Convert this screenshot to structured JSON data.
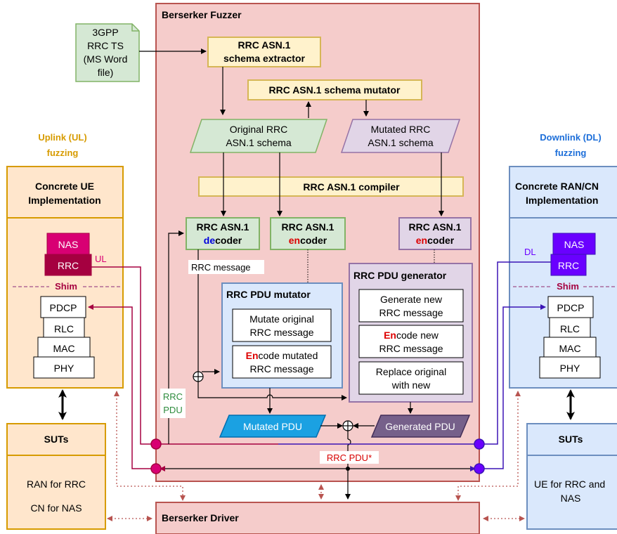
{
  "fuzzer": {
    "title": "Berserker Fuzzer",
    "spec_doc": [
      "3GPP",
      "RRC TS",
      "(MS Word",
      "file)"
    ],
    "schema_extractor": [
      "RRC ASN.1",
      "schema extractor"
    ],
    "schema_mutator": "RRC ASN.1 schema mutator",
    "original_schema": [
      "Original RRC",
      "ASN.1 schema"
    ],
    "mutated_schema": [
      "Mutated RRC",
      "ASN.1 schema"
    ],
    "compiler": "RRC ASN.1 compiler",
    "decoder": {
      "line1": "RRC ASN.1",
      "hl": "de",
      "rest": "coder"
    },
    "encoder": {
      "line1": "RRC ASN.1",
      "hl": "en",
      "rest": "coder"
    },
    "mut_encoder": {
      "line1": "RRC ASN.1",
      "hl": "en",
      "rest": "coder"
    },
    "rrc_message_label": "RRC message",
    "pdu_mutator": {
      "title": "RRC PDU mutator",
      "step1": [
        "Mutate original",
        "RRC message"
      ],
      "step2": {
        "hl": "En",
        "rest1": "code mutated",
        "line2": "RRC message"
      }
    },
    "pdu_generator": {
      "title": "RRC PDU generator",
      "step1": [
        "Generate new",
        "RRC message"
      ],
      "step2": {
        "hl": "En",
        "rest1": "code new",
        "line2": "RRC message"
      },
      "step3": [
        "Replace original",
        "with new"
      ]
    },
    "rrc_pdu_label": [
      "RRC",
      "PDU"
    ],
    "mutated_pdu": "Mutated PDU",
    "generated_pdu": "Generated PDU",
    "rrc_pdu_star": "RRC PDU*"
  },
  "driver": {
    "title": "Berserker Driver"
  },
  "uplink": {
    "heading": [
      "Uplink (UL)",
      "fuzzing"
    ],
    "impl": [
      "Concrete UE",
      "Implementation"
    ],
    "stack": {
      "nas": "NAS",
      "rrc": "RRC",
      "shim": "Shim",
      "pdcp": "PDCP",
      "rlc": "RLC",
      "mac": "MAC",
      "phy": "PHY"
    },
    "ul_label": "UL",
    "suts_title": "SUTs",
    "suts": [
      "RAN for RRC",
      "CN for NAS"
    ]
  },
  "downlink": {
    "heading": [
      "Downlink (DL)",
      "fuzzing"
    ],
    "impl": [
      "Concrete RAN/CN",
      "Implementation"
    ],
    "stack": {
      "nas": "NAS",
      "rrc": "RRC",
      "shim": "Shim",
      "pdcp": "PDCP",
      "rlc": "RLC",
      "mac": "MAC",
      "phy": "PHY"
    },
    "dl_label": "DL",
    "suts_title": "SUTs",
    "suts": [
      "UE for RRC and",
      "NAS"
    ]
  },
  "colors": {
    "fuzzer_bg": "#f5cccb",
    "fuzzer_border": "#b85450",
    "yellow_bg": "#fff2cc",
    "yellow_border": "#d6b656",
    "green_bg": "#d5e8d4",
    "green_border": "#82b366",
    "purple_bg": "#e1d5e7",
    "purple_border": "#9673a6",
    "blue_bg": "#dae8fc",
    "blue_border": "#6c8ebf",
    "orange_bg": "#ffe6cc",
    "orange_border": "#d79b00",
    "ul_line": "#a50040",
    "dl_line": "#3b14b5",
    "decoder_hl": "#0000dd",
    "encoder_hl": "#dd0000"
  },
  "icons": [
    "document-icon",
    "xor-circle-icon",
    "junction-dot-icon"
  ]
}
